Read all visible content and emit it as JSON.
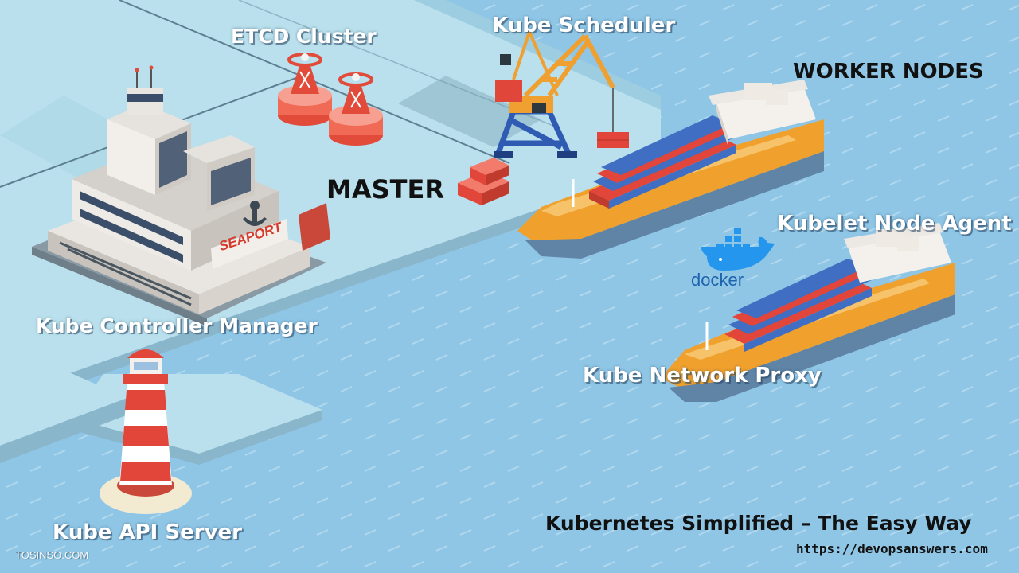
{
  "labels": {
    "etcd": "ETCD Cluster",
    "scheduler": "Kube Scheduler",
    "worker_nodes": "WORKER NODES",
    "master": "MASTER",
    "kubelet": "Kubelet Node Agent",
    "controller": "Kube Controller Manager",
    "network_proxy": "Kube Network Proxy",
    "api_server": "Kube API Server"
  },
  "building_sign": "SEAPORT",
  "docker_logo_text": "docker",
  "footer": {
    "title": "Kubernetes Simplified – The Easy Way",
    "url": "https://devopsanswers.com"
  },
  "watermark": "TOSINSO.COM",
  "colors": {
    "sea": "#8fc6e6",
    "pier": "#b9e0ec",
    "hull": "#f0a02c",
    "container_red": "#e2463a",
    "container_blue": "#3f6ec2",
    "crane": "#f0a030",
    "docker_blue": "#2496ed"
  }
}
